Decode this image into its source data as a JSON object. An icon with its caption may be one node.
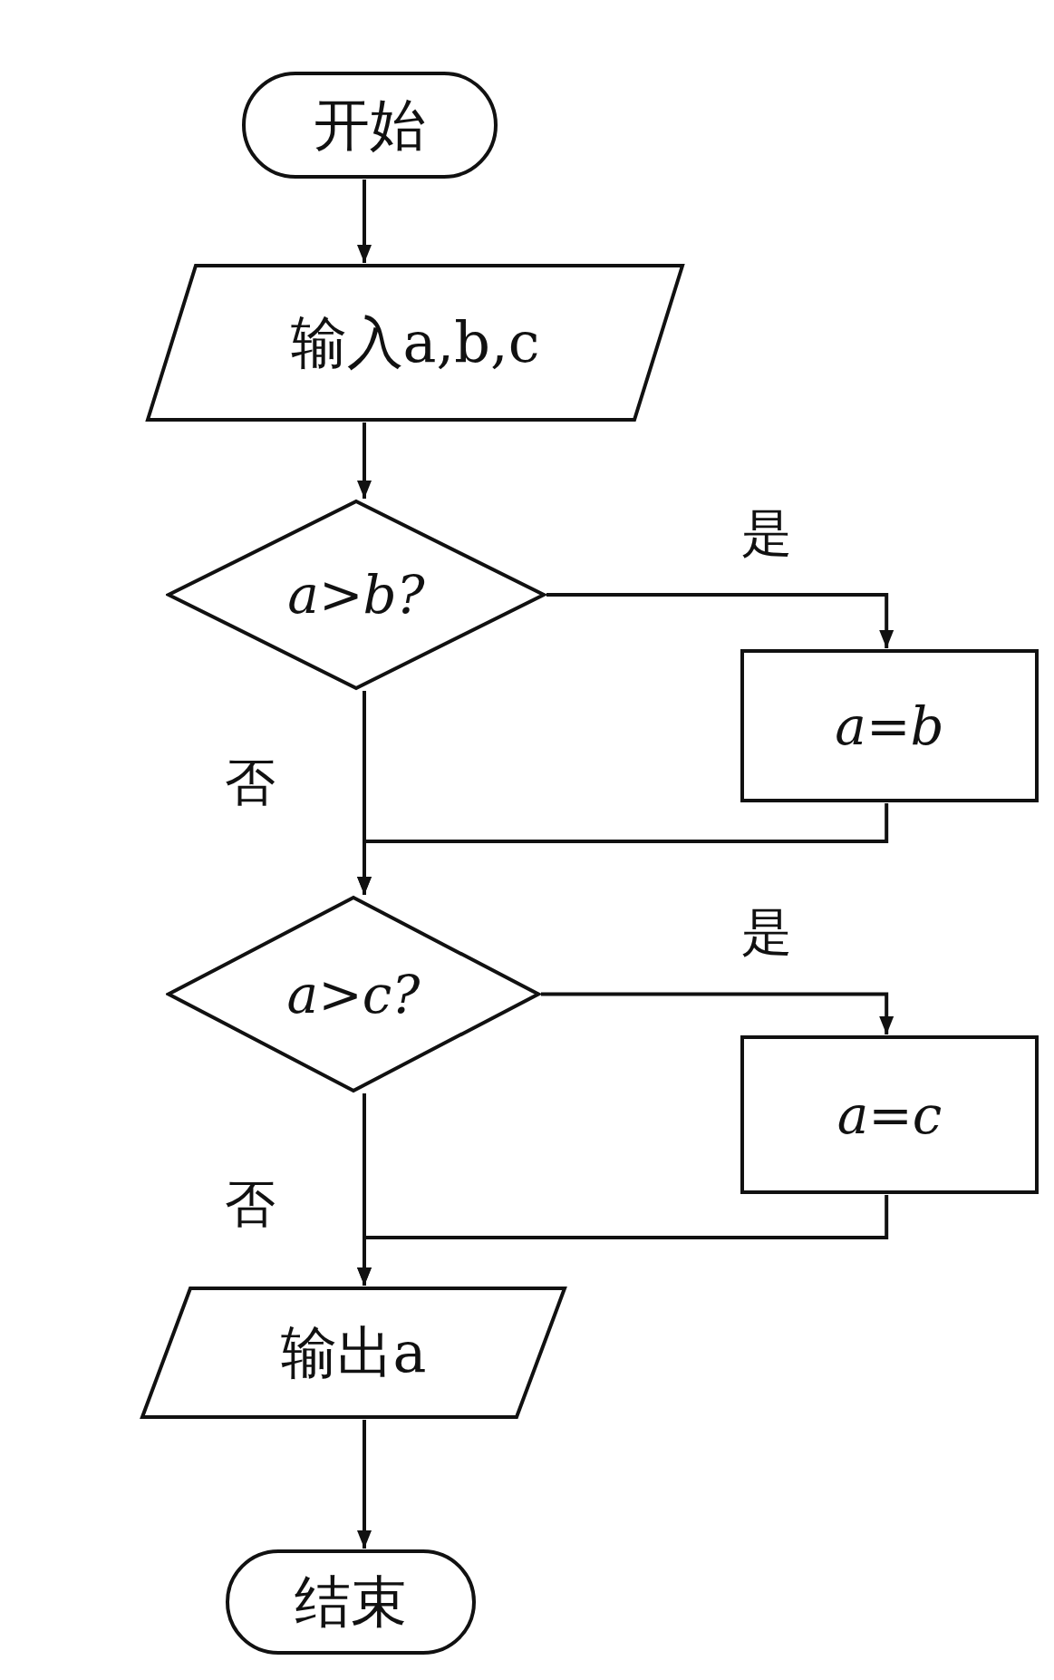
{
  "diagram": {
    "nodes": [
      {
        "text": [
          "开始"
        ]
      },
      {
        "text": [
          "输入a,b,c"
        ]
      },
      {
        "text": [
          "a>b?"
        ]
      },
      {
        "text": [
          "a=b"
        ]
      },
      {
        "text": [
          "a>c?"
        ]
      },
      {
        "text": [
          "a=c"
        ]
      },
      {
        "text": [
          "输出a"
        ]
      },
      {
        "text": [
          "结束"
        ]
      }
    ],
    "edges": [
      {
        "from": 0,
        "to": 1,
        "arrow": "to"
      },
      {
        "from": 1,
        "to": 2,
        "arrow": "to"
      },
      {
        "from": 2,
        "to": 3,
        "arrow": "to",
        "label": "是"
      },
      {
        "from": 2,
        "to": 4,
        "arrow": "to",
        "label": "否"
      },
      {
        "from": 3,
        "to": 4,
        "arrow": "to"
      },
      {
        "from": 4,
        "to": 5,
        "arrow": "to",
        "label": "是"
      },
      {
        "from": 4,
        "to": 6,
        "arrow": "to",
        "label": "否"
      },
      {
        "from": 5,
        "to": 6,
        "arrow": "to"
      },
      {
        "from": 6,
        "to": 7,
        "arrow": "to"
      }
    ]
  }
}
